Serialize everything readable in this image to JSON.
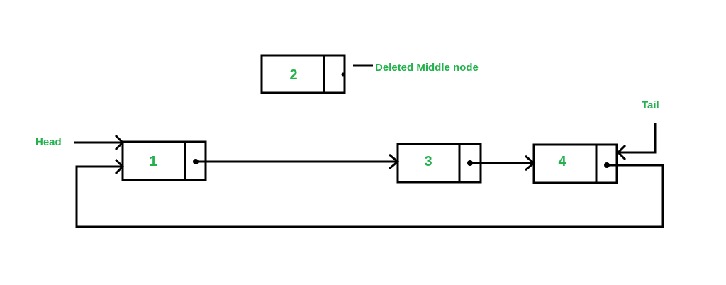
{
  "diagram": {
    "colors": {
      "stroke": "#000000",
      "text": "#22b14c",
      "background": "#ffffff"
    },
    "nodes": [
      {
        "id": "node-1",
        "value": "1"
      },
      {
        "id": "node-2",
        "value": "2"
      },
      {
        "id": "node-3",
        "value": "3"
      },
      {
        "id": "node-4",
        "value": "4"
      }
    ],
    "labels": {
      "head": "Head",
      "tail": "Tail",
      "deleted": "Deleted Middle node"
    }
  }
}
